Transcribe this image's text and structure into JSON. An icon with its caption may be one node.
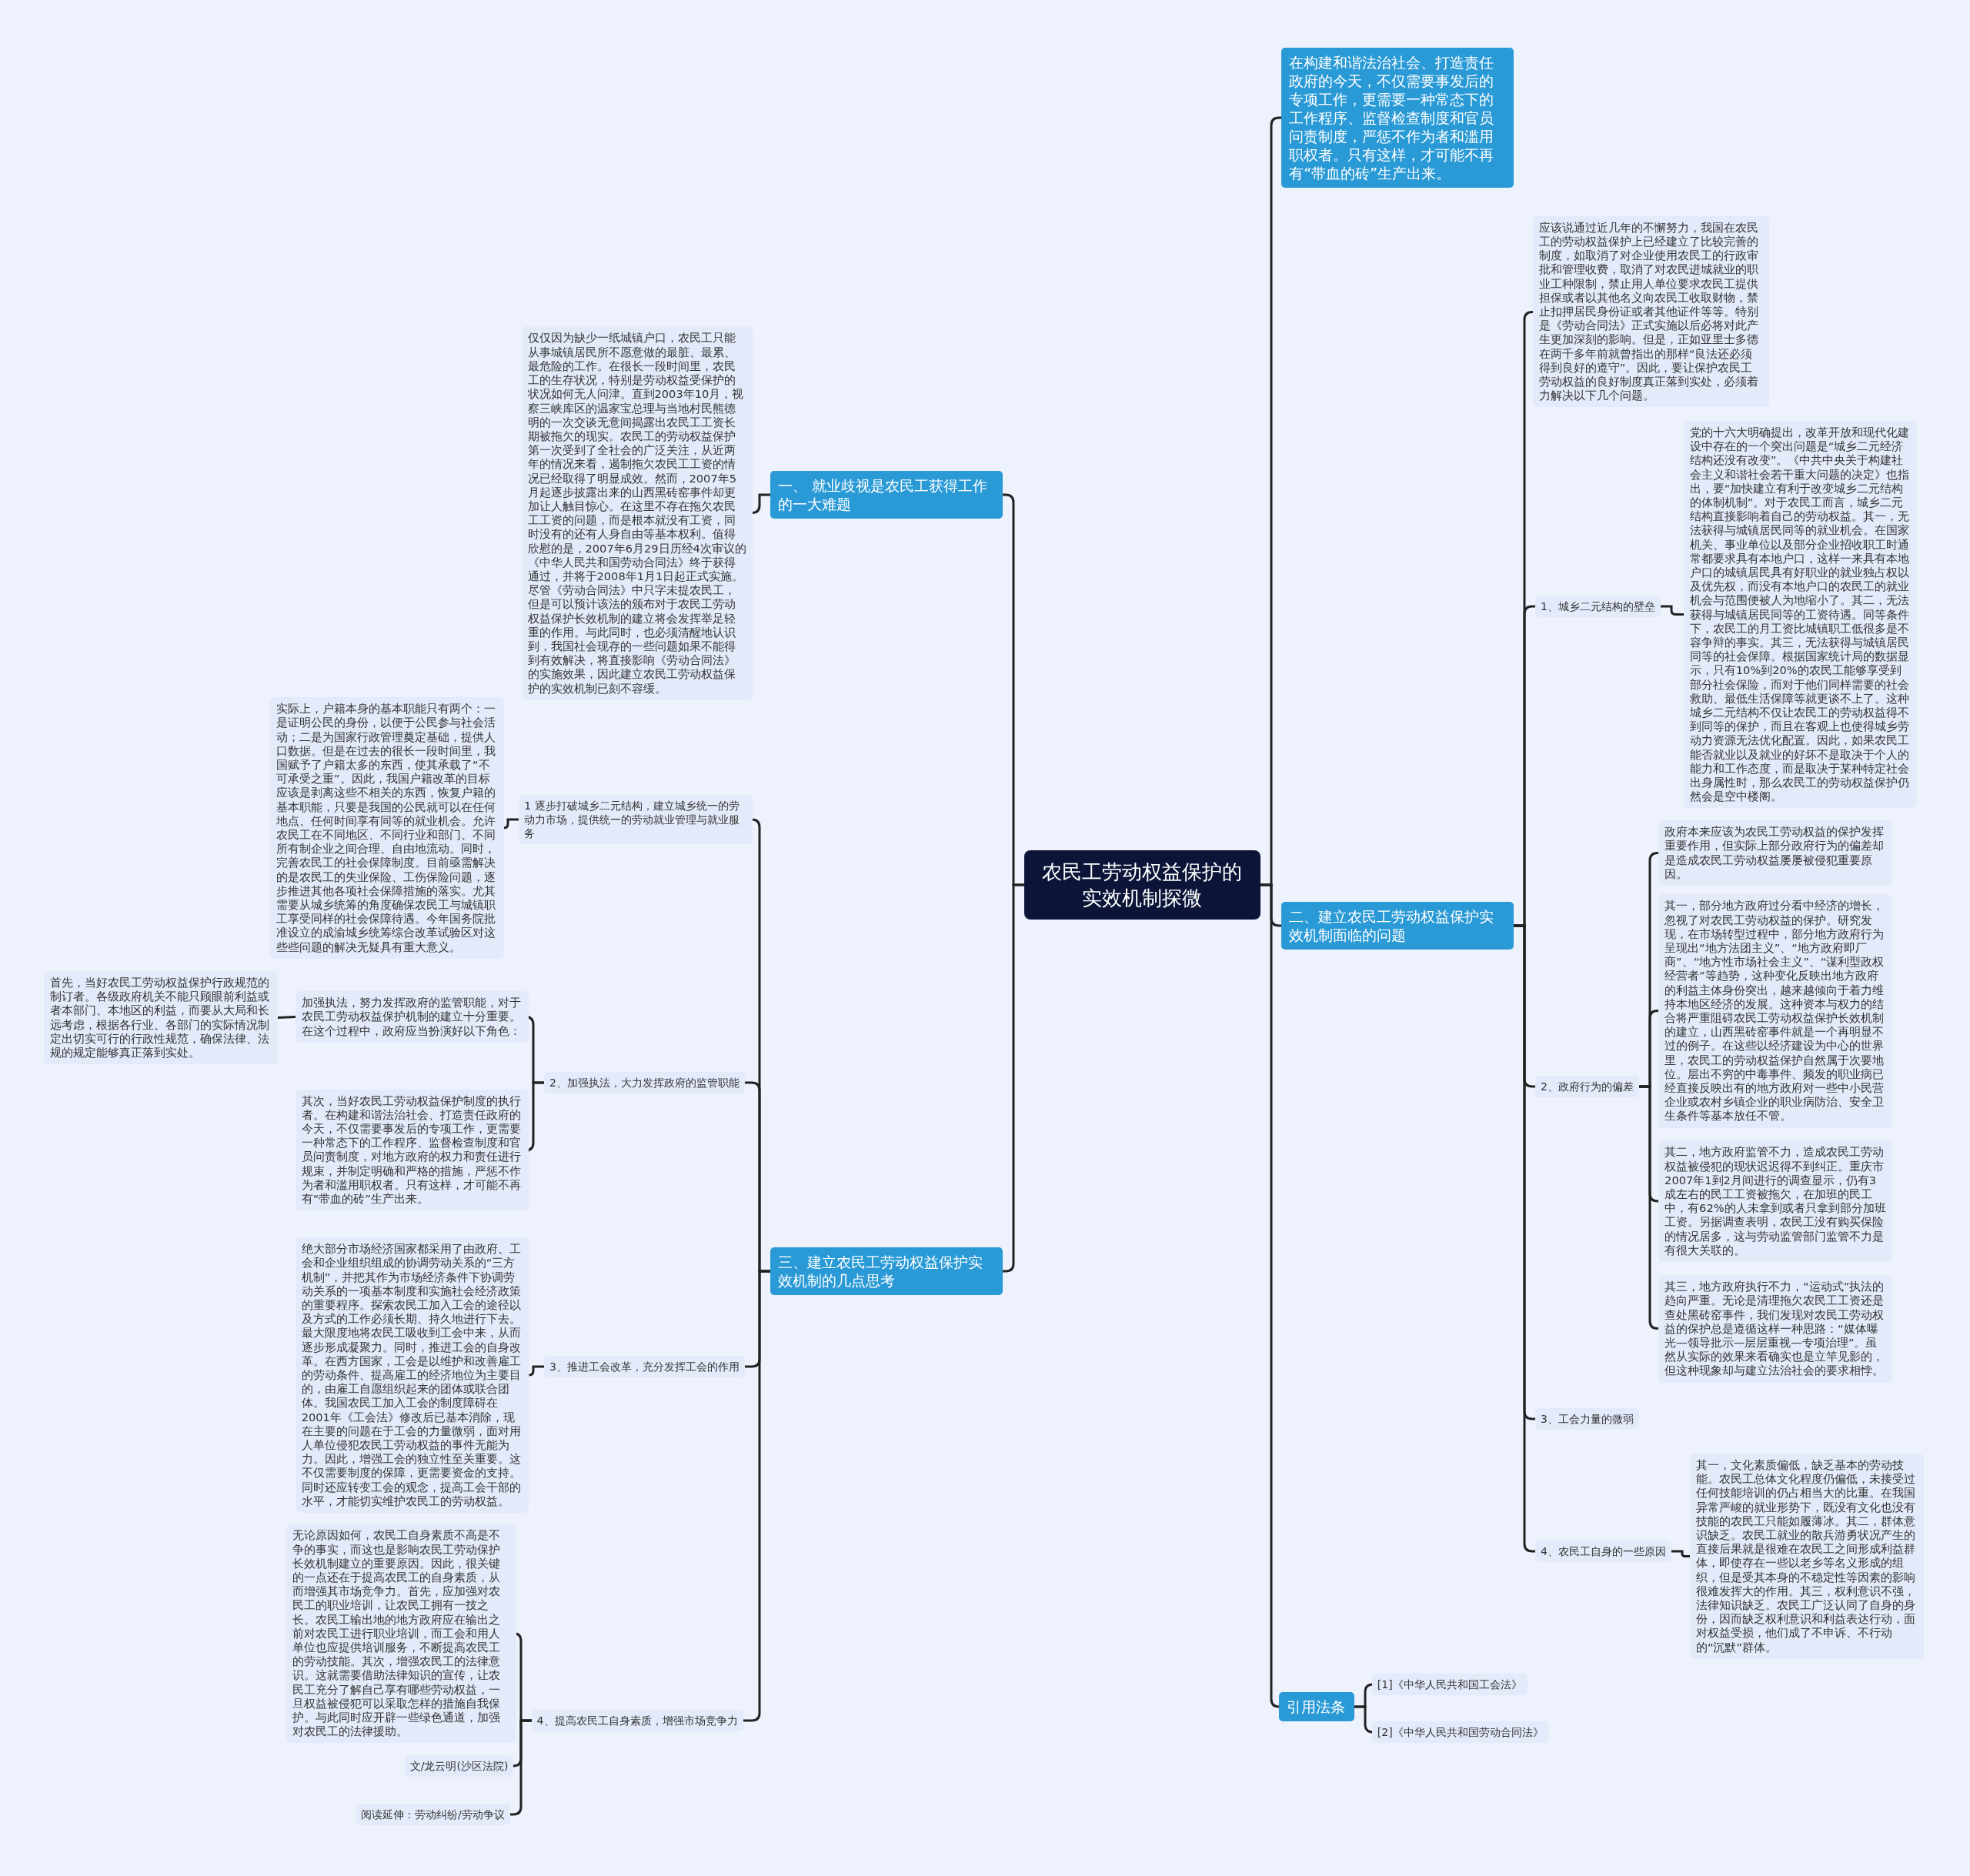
{
  "diagram": {
    "nodes": [
      {
        "text": [
          "农民工劳动权益保护的实效机制探微"
        ]
      },
      {
        "text": [
          "在构建和谐法治社会、打造责任政府的今天，不仅需要事发后的专项工作，更需要一种常态下的工作程序、监督检查制度和官员问责制度，严惩不作为者和滥用职权者。只有这样，才可能不再有“带血的砖”生产出来。"
        ]
      },
      {
        "text": [
          "二、建立农民工劳动权益保护实效机制面临的问题"
        ]
      },
      {
        "text": [
          "引用法条"
        ]
      },
      {
        "text": [
          "应该说通过近几年的不懈努力，我国在农民工的劳动权益保护上已经建立了比较完善的制度，如取消了对企业使用农民工的行政审批和管理收费，取消了对农民进城就业的职业工种限制，禁止用人单位要求农民工提供担保或者以其他名义向农民工收取财物，禁止扣押居民身份证或者其他证件等等。特别是《劳动合同法》正式实施以后必将对此产生更加深刻的影响。但是，正如亚里士多德在两千多年前就曾指出的那样“良法还必须得到良好的遵守”。因此，要让保护农民工劳动权益的良好制度真正落到实处，必须着力解决以下几个问题。"
        ]
      },
      {
        "text": [
          "1、城乡二元结构的壁垒"
        ]
      },
      {
        "text": [
          "党的十六大明确提出，改革开放和现代化建设中存在的一个突出问题是“城乡二元经济结构还没有改变”。《中共中央关于构建社会主义和谐社会若干重大问题的决定》也指出，要“加快建立有利于改变城乡二元结构的体制机制”。对于农民工而言，城乡二元结构直接影响着自己的劳动权益。其一，无法获得与城镇居民同等的就业机会。在国家机关、事业单位以及部分企业招收职工时通常都要求具有本地户口，这样一来具有本地户口的城镇居民具有好职业的就业独占权以及优先权，而没有本地户口的农民工的就业机会与范围便被人为地缩小了。其二，无法获得与城镇居民同等的工资待遇。同等条件下，农民工的月工资比城镇职工低很多是不容争辩的事实。其三，无法获得与城镇居民同等的社会保障。根据国家统计局的数据显示，只有10%到20%的农民工能够享受到部分社会保险，而对于他们同样需要的社会救助、最低生活保障等就更谈不上了。这种城乡二元结构不仅让农民工的劳动权益得不到同等的保护，而且在客观上也使得城乡劳动力资源无法优化配置。因此，如果农民工能否就业以及就业的好坏不是取决于个人的能力和工作态度，而是取决于某种特定社会出身属性时，那么农民工的劳动权益保护仍然会是空中楼阁。"
        ]
      },
      {
        "text": [
          "2、政府行为的偏差"
        ]
      },
      {
        "text": [
          "政府本来应该为农民工劳动权益的保护发挥重要作用，但实际上部分政府行为的偏差却是造成农民工劳动权益屡屡被侵犯重要原因。"
        ]
      },
      {
        "text": [
          "其一，部分地方政府过分看中经济的增长，忽视了对农民工劳动权益的保护。研究发现，在市场转型过程中，部分地方政府行为呈现出“地方法团主义”、“地方政府即厂商”、“地方性市场社会主义”、“谋利型政权经营者”等趋势，这种变化反映出地方政府的利益主体身份突出，越来越倾向于着力维持本地区经济的发展。这种资本与权力的结合将严重阻碍农民工劳动权益保护长效机制的建立，山西黑砖窑事件就是一个再明显不过的例子。在这些以经济建设为中心的世界里，农民工的劳动权益保护自然属于次要地位。层出不穷的中毒事件、频发的职业病已经直接反映出有的地方政府对一些中小民营企业或农村乡镇企业的职业病防治、安全卫生条件等基本放任不管。"
        ]
      },
      {
        "text": [
          "其二，地方政府监管不力，造成农民工劳动权益被侵犯的现状迟迟得不到纠正。重庆市2007年1到2月间进行的调查显示，仍有3成左右的民工工资被拖欠，在加班的民工中，有62%的人未拿到或者只拿到部分加班工资。另据调查表明，农民工没有购买保险的情况居多，这与劳动监管部门监管不力是有很大关联的。"
        ]
      },
      {
        "text": [
          "其三，地方政府执行不力，“运动式”执法的趋向严重。无论是清理拖欠农民工工资还是查处黑砖窑事件，我们发现对农民工劳动权益的保护总是遵循这样一种思路：“媒体曝光—领导批示—层层重视—专项治理”。虽然从实际的效果来看确实也是立竿见影的，但这种现象却与建立法治社会的要求相悖。"
        ]
      },
      {
        "text": [
          "3、工会力量的微弱"
        ]
      },
      {
        "text": [
          "4、农民工自身的一些原因"
        ]
      },
      {
        "text": [
          "其一，文化素质偏低，缺乏基本的劳动技能。农民工总体文化程度仍偏低，未接受过任何技能培训的仍占相当大的比重。在我国异常严峻的就业形势下，既没有文化也没有技能的农民工只能如履薄冰。其二，群体意识缺乏。农民工就业的散兵游勇状况产生的直接后果就是很难在农民工之间形成利益群体，即使存在一些以老乡等名义形成的组织，但是受其本身的不稳定性等因素的影响很难发挥大的作用。其三，权利意识不强，法律知识缺乏。农民工广泛认同了自身的身份，因而缺乏权利意识和利益表达行动，面对权益受损，他们成了不申诉、不行动的“沉默”群体。"
        ]
      },
      {
        "text": [
          "[1]《中华人民共和国工会法》"
        ]
      },
      {
        "text": [
          "[2]《中华人民共和国劳动合同法》"
        ]
      },
      {
        "text": [
          "一、 就业歧视是农民工获得工作的一大难题"
        ]
      },
      {
        "text": [
          "仅仅因为缺少一纸城镇户口，农民工只能从事城镇居民所不愿意做的最脏、最累、最危险的工作。在很长一段时间里，农民工的生存状况，特别是劳动权益受保护的状况如何无人问津。直到2003年10月，视察三峡库区的温家宝总理与当地村民熊德明的一次交谈无意间揭露出农民工工资长期被拖欠的现实。农民工的劳动权益保护第一次受到了全社会的广泛关注，从近两年的情况来看，遏制拖欠农民工工资的情况已经取得了明显成效。然而，2007年5月起逐步披露出来的山西黑砖窑事件却更加让人触目惊心。在这里不存在拖欠农民工工资的问题，而是根本就没有工资，同时没有的还有人身自由等基本权利。值得欣慰的是，2007年6月29日历经4次审议的《中华人民共和国劳动合同法》终于获得通过，并将于2008年1月1日起正式实施。尽管《劳动合同法》中只字未提农民工，但是可以预计该法的颁布对于农民工劳动权益保护长效机制的建立将会发挥举足轻重的作用。与此同时，也必须清醒地认识到，我国社会现存的一些问题如果不能得到有效解决，将直接影响《劳动合同法》的实施效果，因此建立农民工劳动权益保护的实效机制已刻不容缓。"
        ]
      },
      {
        "text": [
          "三、建立农民工劳动权益保护实效机制的几点思考"
        ]
      },
      {
        "text": [
          "1 逐步打破城乡二元结构，建立城乡统一的劳动力市场，提供统一的劳动就业管理与就业服务"
        ]
      },
      {
        "text": [
          "实际上，户籍本身的基本职能只有两个：一是证明公民的身份，以便于公民参与社会活动；二是为国家行政管理奠定基础，提供人口数据。但是在过去的很长一段时间里，我国赋予了户籍太多的东西，使其承载了“不可承受之重”。因此，我国户籍改革的目标应该是剥离这些不相关的东西，恢复户籍的基本职能，只要是我国的公民就可以在任何地点、任何时间享有同等的就业机会。允许农民工在不同地区、不同行业和部门、不同所有制企业之间合理、自由地流动。同时，完善农民工的社会保障制度。目前亟需解决的是农民工的失业保险、工伤保险问题，逐步推进其他各项社会保障措施的落实。尤其需要从城乡统筹的角度确保农民工与城镇职工享受同样的社会保障待遇。今年国务院批准设立的成渝城乡统筹综合改革试验区对这些些问题的解决无疑具有重大意义。"
        ]
      },
      {
        "text": [
          "2、加强执法，大力发挥政府的监管职能"
        ]
      },
      {
        "text": [
          "加强执法，努力发挥政府的监管职能，对于农民工劳动权益保护机制的建立十分重要。在这个过程中，政府应当扮演好以下角色："
        ]
      },
      {
        "text": [
          "首先，当好农民工劳动权益保护行政规范的制订者。各级政府机关不能只顾眼前利益或者本部门、本地区的利益，而要从大局和长远考虑，根据各行业、各部门的实际情况制定出切实可行的行政性规范，确保法律、法规的规定能够真正落到实处。"
        ]
      },
      {
        "text": [
          "其次，当好农民工劳动权益保护制度的执行者。在构建和谐法治社会、打造责任政府的今天，不仅需要事发后的专项工作，更需要一种常态下的工作程序、监督检查制度和官员问责制度，对地方政府的权力和责任进行规束，并制定明确和严格的措施，严惩不作为者和滥用职权者。只有这样，才可能不再有“带血的砖”生产出来。"
        ]
      },
      {
        "text": [
          "3、推进工会改革，充分发挥工会的作用"
        ]
      },
      {
        "text": [
          "绝大部分市场经济国家都采用了由政府、工会和企业组织组成的协调劳动关系的“三方机制”，并把其作为市场经济条件下协调劳动关系的一项基本制度和实施社会经济政策的重要程序。探索农民工加入工会的途径以及方式的工作必须长期、持久地进行下去。最大限度地将农民工吸收到工会中来，从而逐步形成凝聚力。同时，推进工会的自身改革。在西方国家，工会是以维护和改善雇工的劳动条件、提高雇工的经济地位为主要目的，由雇工自愿组织起来的团体或联合团体。我国农民工加入工会的制度障碍在2001年《工会法》修改后已基本消除，现在主要的问题在于工会的力量微弱，面对用人单位侵犯农民工劳动权益的事件无能为力。因此，增强工会的独立性至关重要。这不仅需要制度的保障，更需要资金的支持。同时还应转变工会的观念，提高工会干部的水平，才能切实维护农民工的劳动权益。"
        ]
      },
      {
        "text": [
          "4、提高农民工自身素质，增强市场竞争力"
        ]
      },
      {
        "text": [
          "无论原因如何，农民工自身素质不高是不争的事实，而这也是影响农民工劳动保护长效机制建立的重要原因。因此，很关键的一点还在于提高农民工的自身素质，从而增强其市场竞争力。首先，应加强对农民工的职业培训，让农民工拥有一技之长。农民工输出地的地方政府应在输出之前对农民工进行职业培训，而工会和用人单位也应提供培训服务，不断提高农民工的劳动技能。其次，增强农民工的法律意识。这就需要借助法律知识的宣传，让农民工充分了解自己享有哪些劳动权益，一旦权益被侵犯可以采取怎样的措施自我保护。与此同时应开辟一些绿色通道，加强对农民工的法律援助。"
        ]
      },
      {
        "text": [
          "文/龙云明(沙区法院)"
        ]
      },
      {
        "text": [
          "阅读延伸：劳动纠纷/劳动争议"
        ]
      }
    ],
    "edges": [
      {
        "from": 0,
        "to": 1,
        "arrow": "none"
      },
      {
        "from": 0,
        "to": 2,
        "arrow": "none"
      },
      {
        "from": 0,
        "to": 3,
        "arrow": "none"
      },
      {
        "from": 2,
        "to": 4,
        "arrow": "none"
      },
      {
        "from": 2,
        "to": 5,
        "arrow": "none"
      },
      {
        "from": 5,
        "to": 6,
        "arrow": "none"
      },
      {
        "from": 2,
        "to": 7,
        "arrow": "none"
      },
      {
        "from": 7,
        "to": 8,
        "arrow": "none"
      },
      {
        "from": 7,
        "to": 9,
        "arrow": "none"
      },
      {
        "from": 7,
        "to": 10,
        "arrow": "none"
      },
      {
        "from": 7,
        "to": 11,
        "arrow": "none"
      },
      {
        "from": 2,
        "to": 12,
        "arrow": "none"
      },
      {
        "from": 2,
        "to": 13,
        "arrow": "none"
      },
      {
        "from": 13,
        "to": 14,
        "arrow": "none"
      },
      {
        "from": 3,
        "to": 15,
        "arrow": "none"
      },
      {
        "from": 3,
        "to": 16,
        "arrow": "none"
      },
      {
        "from": 0,
        "to": 17,
        "arrow": "none"
      },
      {
        "from": 17,
        "to": 18,
        "arrow": "none"
      },
      {
        "from": 0,
        "to": 19,
        "arrow": "none"
      },
      {
        "from": 19,
        "to": 20,
        "arrow": "none"
      },
      {
        "from": 20,
        "to": 21,
        "arrow": "none"
      },
      {
        "from": 19,
        "to": 22,
        "arrow": "none"
      },
      {
        "from": 22,
        "to": 23,
        "arrow": "none"
      },
      {
        "from": 23,
        "to": 24,
        "arrow": "none"
      },
      {
        "from": 22,
        "to": 25,
        "arrow": "none"
      },
      {
        "from": 19,
        "to": 26,
        "arrow": "none"
      },
      {
        "from": 26,
        "to": 27,
        "arrow": "none"
      },
      {
        "from": 19,
        "to": 28,
        "arrow": "none"
      },
      {
        "from": 28,
        "to": 29,
        "arrow": "none"
      },
      {
        "from": 28,
        "to": 30,
        "arrow": "none"
      },
      {
        "from": 28,
        "to": 31,
        "arrow": "none"
      }
    ]
  }
}
